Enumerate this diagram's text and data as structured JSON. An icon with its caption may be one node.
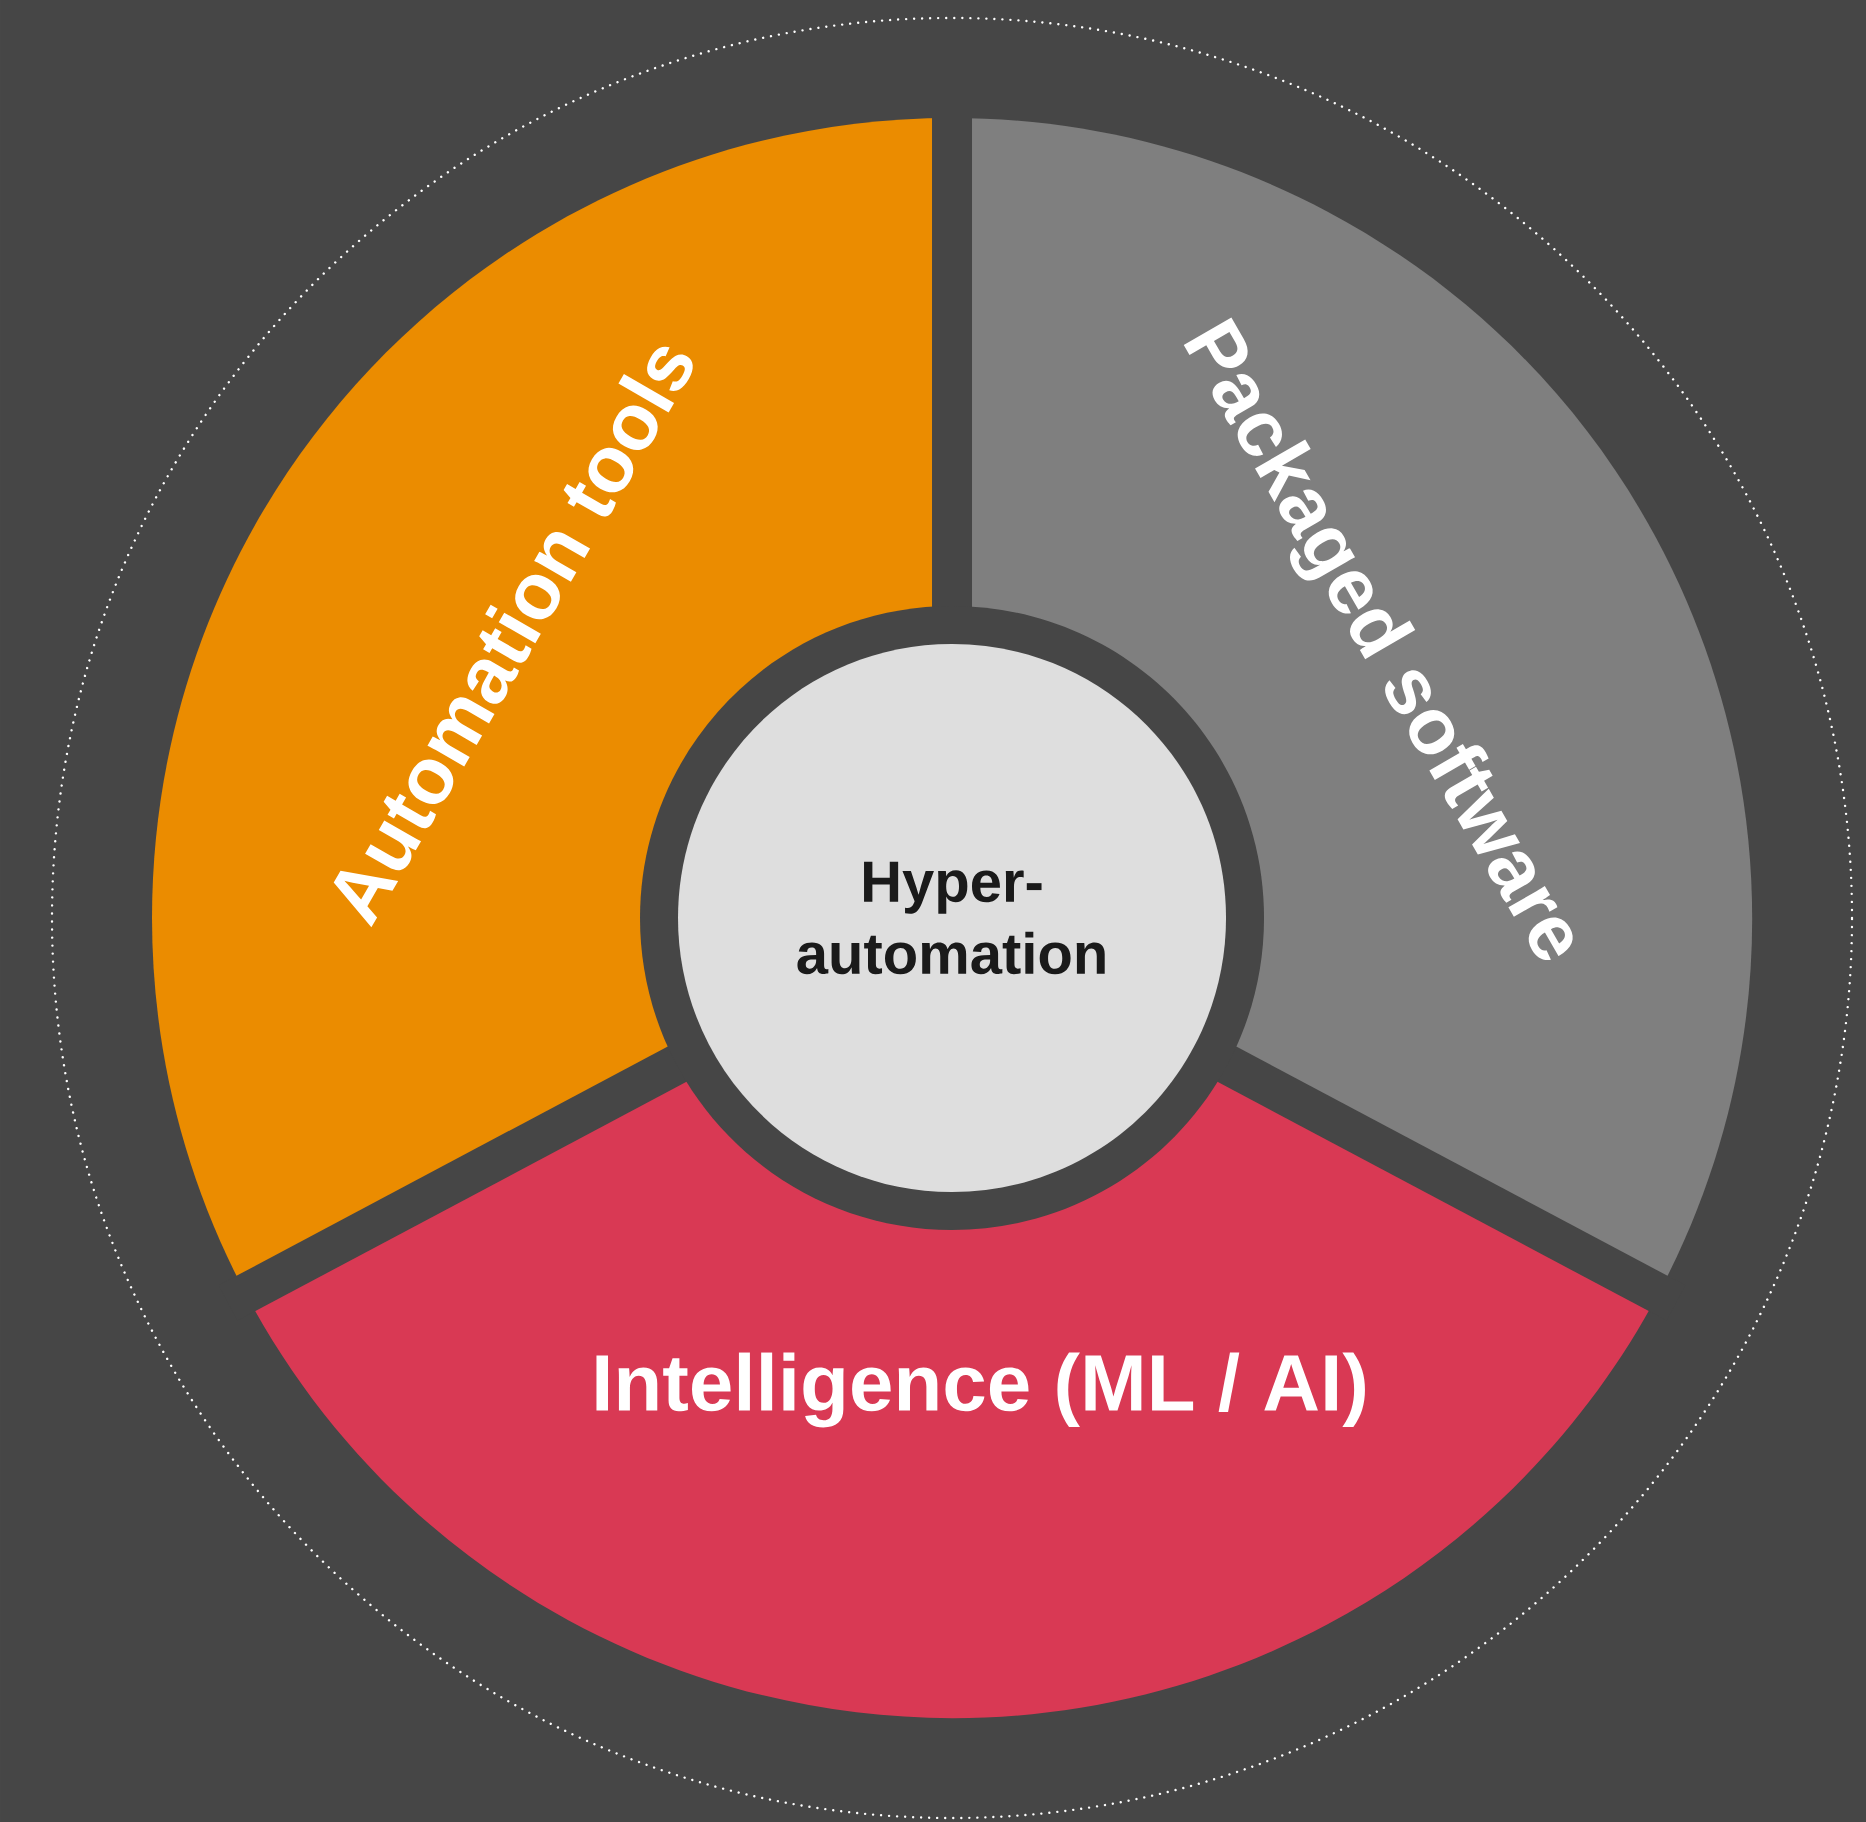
{
  "diagram": {
    "nodes": [
      {
        "text": [
          "Automation tools"
        ]
      },
      {
        "text": [
          "Packaged software"
        ]
      },
      {
        "text": [
          "Hyper- automation"
        ]
      },
      {
        "text": [
          "Intelligence (ML / AI)"
        ]
      }
    ]
  }
}
